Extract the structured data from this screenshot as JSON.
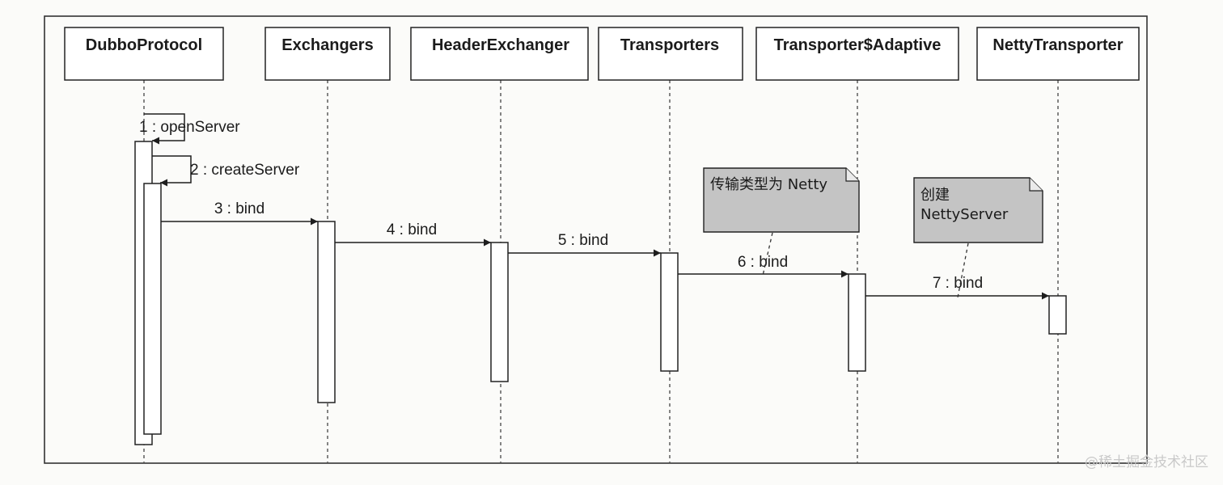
{
  "participants": [
    {
      "id": "dubbo",
      "label": "DubboProtocol"
    },
    {
      "id": "exchangers",
      "label": "Exchangers"
    },
    {
      "id": "header",
      "label": "HeaderExchanger"
    },
    {
      "id": "transporters",
      "label": "Transporters"
    },
    {
      "id": "adaptive",
      "label": "Transporter$Adaptive"
    },
    {
      "id": "netty",
      "label": "NettyTransporter"
    }
  ],
  "messages": [
    {
      "label": "1 : openServer",
      "from": "dubbo",
      "to": "dubbo"
    },
    {
      "label": "2 : createServer",
      "from": "dubbo",
      "to": "dubbo"
    },
    {
      "label": "3 : bind",
      "from": "dubbo",
      "to": "exchangers"
    },
    {
      "label": "4 : bind",
      "from": "exchangers",
      "to": "header"
    },
    {
      "label": "5 : bind",
      "from": "header",
      "to": "transporters"
    },
    {
      "label": "6 : bind",
      "from": "transporters",
      "to": "adaptive"
    },
    {
      "label": "7 : bind",
      "from": "adaptive",
      "to": "netty"
    }
  ],
  "notes": [
    {
      "lines": [
        "传输类型为 Netty"
      ],
      "attached_to_message": 6
    },
    {
      "lines": [
        "创建",
        "NettyServer"
      ],
      "attached_to_message": 7
    }
  ],
  "watermark": "@稀土掘金技术社区",
  "colors": {
    "note_fill": "#c4c4c4",
    "line": "#1e1e1e",
    "background": "#fbfbf9"
  }
}
